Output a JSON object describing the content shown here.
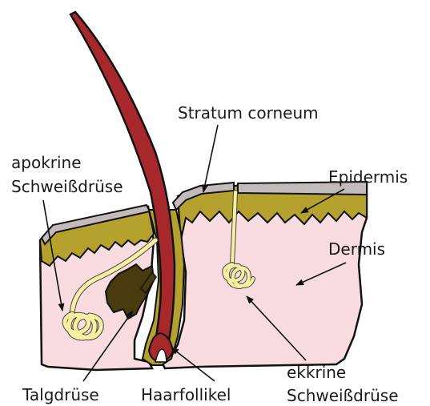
{
  "labels": {
    "stratum_corneum": "Stratum corneum",
    "apokrine_line1": "apokrine",
    "apokrine_line2": "Schweißdrüse",
    "epidermis": "Epidermis",
    "dermis": "Dermis",
    "talgdruese": "Talgdrüse",
    "haarfollikel": "Haarfollikel",
    "ekkrine_line1": "ekkrine",
    "ekkrine_line2": "Schweißdrüse"
  },
  "colors": {
    "dermis": "#f9dce0",
    "epidermis": "#b5a22e",
    "stratum_corneum": "#c3bbbb",
    "hair": "#a7282b",
    "gland": "#f8f0a0",
    "sebaceous": "#4a3a10",
    "outline": "#111111"
  }
}
